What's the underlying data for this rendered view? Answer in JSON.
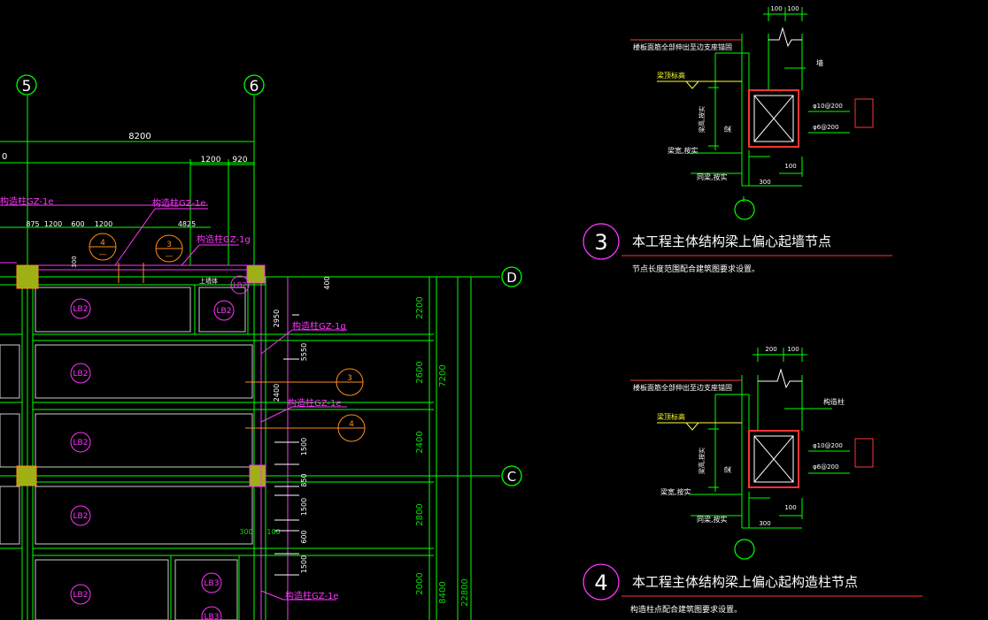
{
  "axes": {
    "axis5": "5",
    "axis6": "6",
    "axisD": "D",
    "axisC": "C"
  },
  "dims": {
    "span56": "8200",
    "leftEdge": "0",
    "d1200": "1200",
    "d920": "920",
    "d875": "875",
    "d1200b": "1200",
    "d600": "600",
    "d1200c": "1200",
    "d4825": "4825",
    "d300v": "300",
    "d400": "400",
    "d2950": "2950",
    "d5550": "5550",
    "d2400": "2400",
    "d1500a": "1500",
    "d850": "850",
    "d1500b": "1500",
    "d600b": "600",
    "d1500c": "1500",
    "d300h": "300",
    "d100h": "100",
    "r2200": "2200",
    "r2600": "2600",
    "r7200": "7200",
    "r2400": "2400",
    "r2800": "2800",
    "r2000": "2000",
    "r8400": "8400",
    "r22800": "22800"
  },
  "plan": {
    "gz1e_a": "构造柱GZ-1e",
    "gz1e_b": "构造柱GZ-1e",
    "gz1g_a": "构造柱GZ-1g",
    "gz1g_b": "构造柱GZ-1g",
    "gz1e_c": "构造柱GZ-1e",
    "gz1e_d": "构造柱GZ-1e",
    "lb2": "LB2",
    "lb3": "LB3",
    "small": "上墙体",
    "ref3": "3",
    "ref4": "4",
    "dash": "—"
  },
  "detail3": {
    "number": "3",
    "title": "本工程主体结构梁上偏心起墙节点",
    "note": "节点长度范围配合建筑图要求设置。",
    "top_note": "楼板面筋全部伸出至边支座锚固",
    "wall": "墙",
    "beam_top": "梁顶标高",
    "beam_height": "梁高,按实",
    "beam": "梁",
    "bar1": "φ10@200",
    "bar2": "φ6@200",
    "beam_width": "梁宽,按实",
    "width_note": "同梁,按实",
    "dim_100a": "100",
    "dim_100b": "100",
    "dim_100c": "100",
    "dim_300": "300"
  },
  "detail4": {
    "number": "4",
    "title": "本工程主体结构梁上偏心起构造柱节点",
    "note": "构造柱点配合建筑图要求设置。",
    "top_note": "楼板面筋全部伸出至边支座锚固",
    "column": "构造柱",
    "beam_top": "梁顶标高",
    "beam_height": "梁高,按实",
    "beam": "梁",
    "bar1": "φ10@200",
    "bar2": "φ6@200",
    "beam_width": "梁宽,按实",
    "width_note": "同梁,按实",
    "dim_200": "200",
    "dim_100b": "100",
    "dim_100c": "100",
    "dim_300": "300"
  }
}
